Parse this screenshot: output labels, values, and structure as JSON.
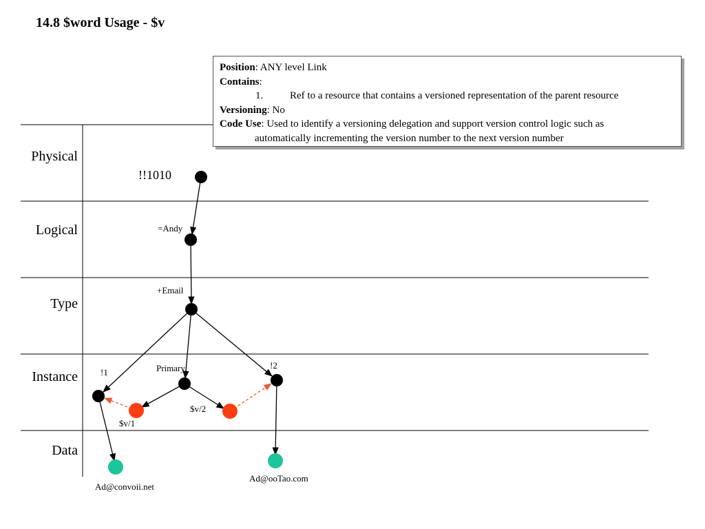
{
  "title": "14.8 $word Usage - $v",
  "infobox": {
    "position_label": "Position",
    "position_value": ": ANY level Link",
    "contains_label": "Contains",
    "contains_colon": ":",
    "item_number": "1.",
    "item_text": "Ref to a resource that contains a versioned representation of the parent resource",
    "versioning_label": "Versioning",
    "versioning_value": ": No",
    "code_use_label": "Code Use",
    "code_use_value_line1": ": Used to identify a versioning delegation and support version control logic such as",
    "code_use_value_line2": "automatically incrementing the version number to the next version number"
  },
  "rows": [
    "Physical",
    "Logical",
    "Type",
    "Instance",
    "Data"
  ],
  "nodes": {
    "physical": "!!1010",
    "logical": "=Andy",
    "type": "+Email",
    "instance_1": "!1",
    "instance_primary": "Primary",
    "instance_2": "!2",
    "version_1": "$v/1",
    "version_2": "$v/2",
    "data_1": "Ad@convoii.net",
    "data_2": "Ad@ooTao.com"
  },
  "colors": {
    "node": "#000000",
    "version_node": "#fe3c10",
    "data_node": "#1dc59b",
    "version_link": "#ee5a2e"
  }
}
